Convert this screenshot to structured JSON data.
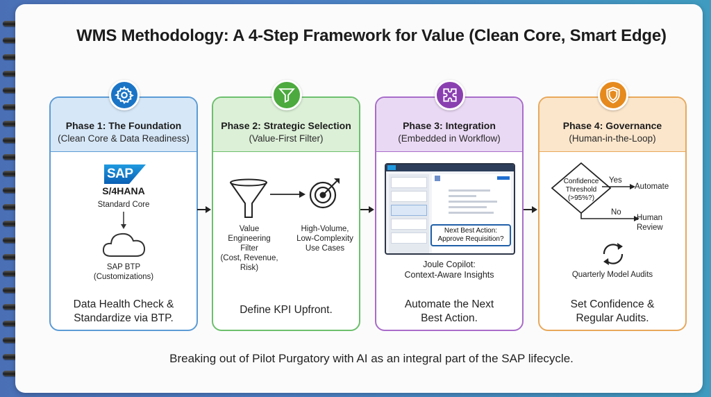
{
  "title": "WMS Methodology: A 4-Step Framework for Value (Clean Core, Smart Edge)",
  "footer": "Breaking out of Pilot Purgatory with AI as an integral part of the SAP lifecycle.",
  "colors": {
    "phase1": "#1a74c6",
    "phase2": "#4caa3e",
    "phase3": "#8a3fb0",
    "phase4": "#e68a1e"
  },
  "phases": [
    {
      "title": "Phase 1: The Foundation",
      "subtitle": "(Clean Core & Data Readiness)",
      "icon": "gear-icon",
      "logo": "SAP",
      "product": "S/4HANA",
      "core_label": "Standard Core",
      "cloud_label": "SAP BTP\n(Customizations)",
      "summary": "Data Health Check &\nStandardize via BTP."
    },
    {
      "title": "Phase 2: Strategic Selection",
      "subtitle": "(Value-First Filter)",
      "icon": "funnel-icon",
      "filter_label": "Value\nEngineering\nFilter\n(Cost, Revenue,\nRisk)",
      "target_label": "High-Volume,\nLow-Complexity\nUse Cases",
      "summary": "Define KPI Upfront."
    },
    {
      "title": "Phase 3: Integration",
      "subtitle": "(Embedded in Workflow)",
      "icon": "puzzle-icon",
      "callout": "Next Best Action:\nApprove Requisition?",
      "caption": "Joule Copilot:\nContext-Aware Insights",
      "summary": "Automate the Next\nBest Action."
    },
    {
      "title": "Phase 4: Governance",
      "subtitle": "(Human-in-the-Loop)",
      "icon": "shield-icon",
      "decision": "Confidence\nThreshold\n(>95%?)",
      "yes_label": "Yes",
      "yes_result": "Automate",
      "no_label": "No",
      "no_result": "Human\nReview",
      "cycle_label": "Quarterly Model Audits",
      "summary": "Set Confidence &\nRegular Audits."
    }
  ]
}
